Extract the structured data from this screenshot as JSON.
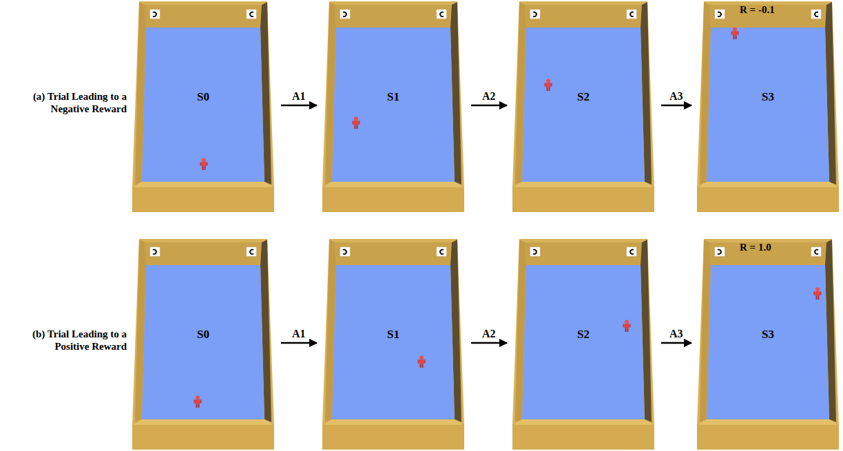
{
  "diagram": {
    "nodes": [
      {
        "text": [
          "S0"
        ]
      },
      {
        "text": [
          "S1"
        ]
      },
      {
        "text": [
          "S2"
        ]
      },
      {
        "text": [
          "S3",
          "R = -0.1"
        ]
      },
      {
        "text": [
          "S0"
        ]
      },
      {
        "text": [
          "S1"
        ]
      },
      {
        "text": [
          "S2"
        ]
      },
      {
        "text": [
          "S3",
          "R = 1.0"
        ]
      }
    ],
    "edges": [
      {
        "from": 0,
        "to": 1,
        "label": "A1",
        "arrow": "to"
      },
      {
        "from": 1,
        "to": 2,
        "label": "A2",
        "arrow": "to"
      },
      {
        "from": 2,
        "to": 3,
        "label": "A3",
        "arrow": "to"
      },
      {
        "from": 4,
        "to": 5,
        "label": "A1",
        "arrow": "to"
      },
      {
        "from": 5,
        "to": 6,
        "label": "A2",
        "arrow": "to"
      },
      {
        "from": 6,
        "to": 7,
        "label": "A3",
        "arrow": "to"
      }
    ],
    "labels": [
      "(a) Trial Leading to a Negative Reward",
      "(b) Trial Leading to a Positive Reward"
    ]
  }
}
